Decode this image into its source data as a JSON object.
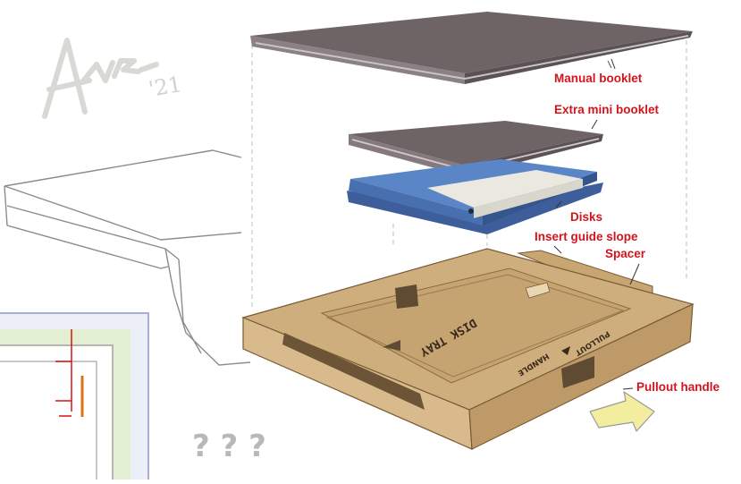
{
  "labels": {
    "manual_booklet": "Manual booklet",
    "extra_mini_booklet": "Extra mini booklet",
    "disks": "Disks",
    "insert_guide_slope": "Insert guide slope",
    "spacer": "Spacer",
    "pullout_handle": "Pullout handle"
  },
  "tray_print": {
    "disk_tray": "DISK TRAY",
    "pullout": "PULLOUT",
    "handle": "HANDLE"
  },
  "signature": {
    "year": "'21"
  },
  "question_marks": "? ? ?",
  "colors": {
    "label_red": "#d2141e",
    "cardboard": "#cfae7e",
    "cardboard_dark": "#a8885c",
    "booklet": "#6e6466",
    "disk_blue": "#5a86c8",
    "arrow_yellow": "#f3eda0"
  }
}
